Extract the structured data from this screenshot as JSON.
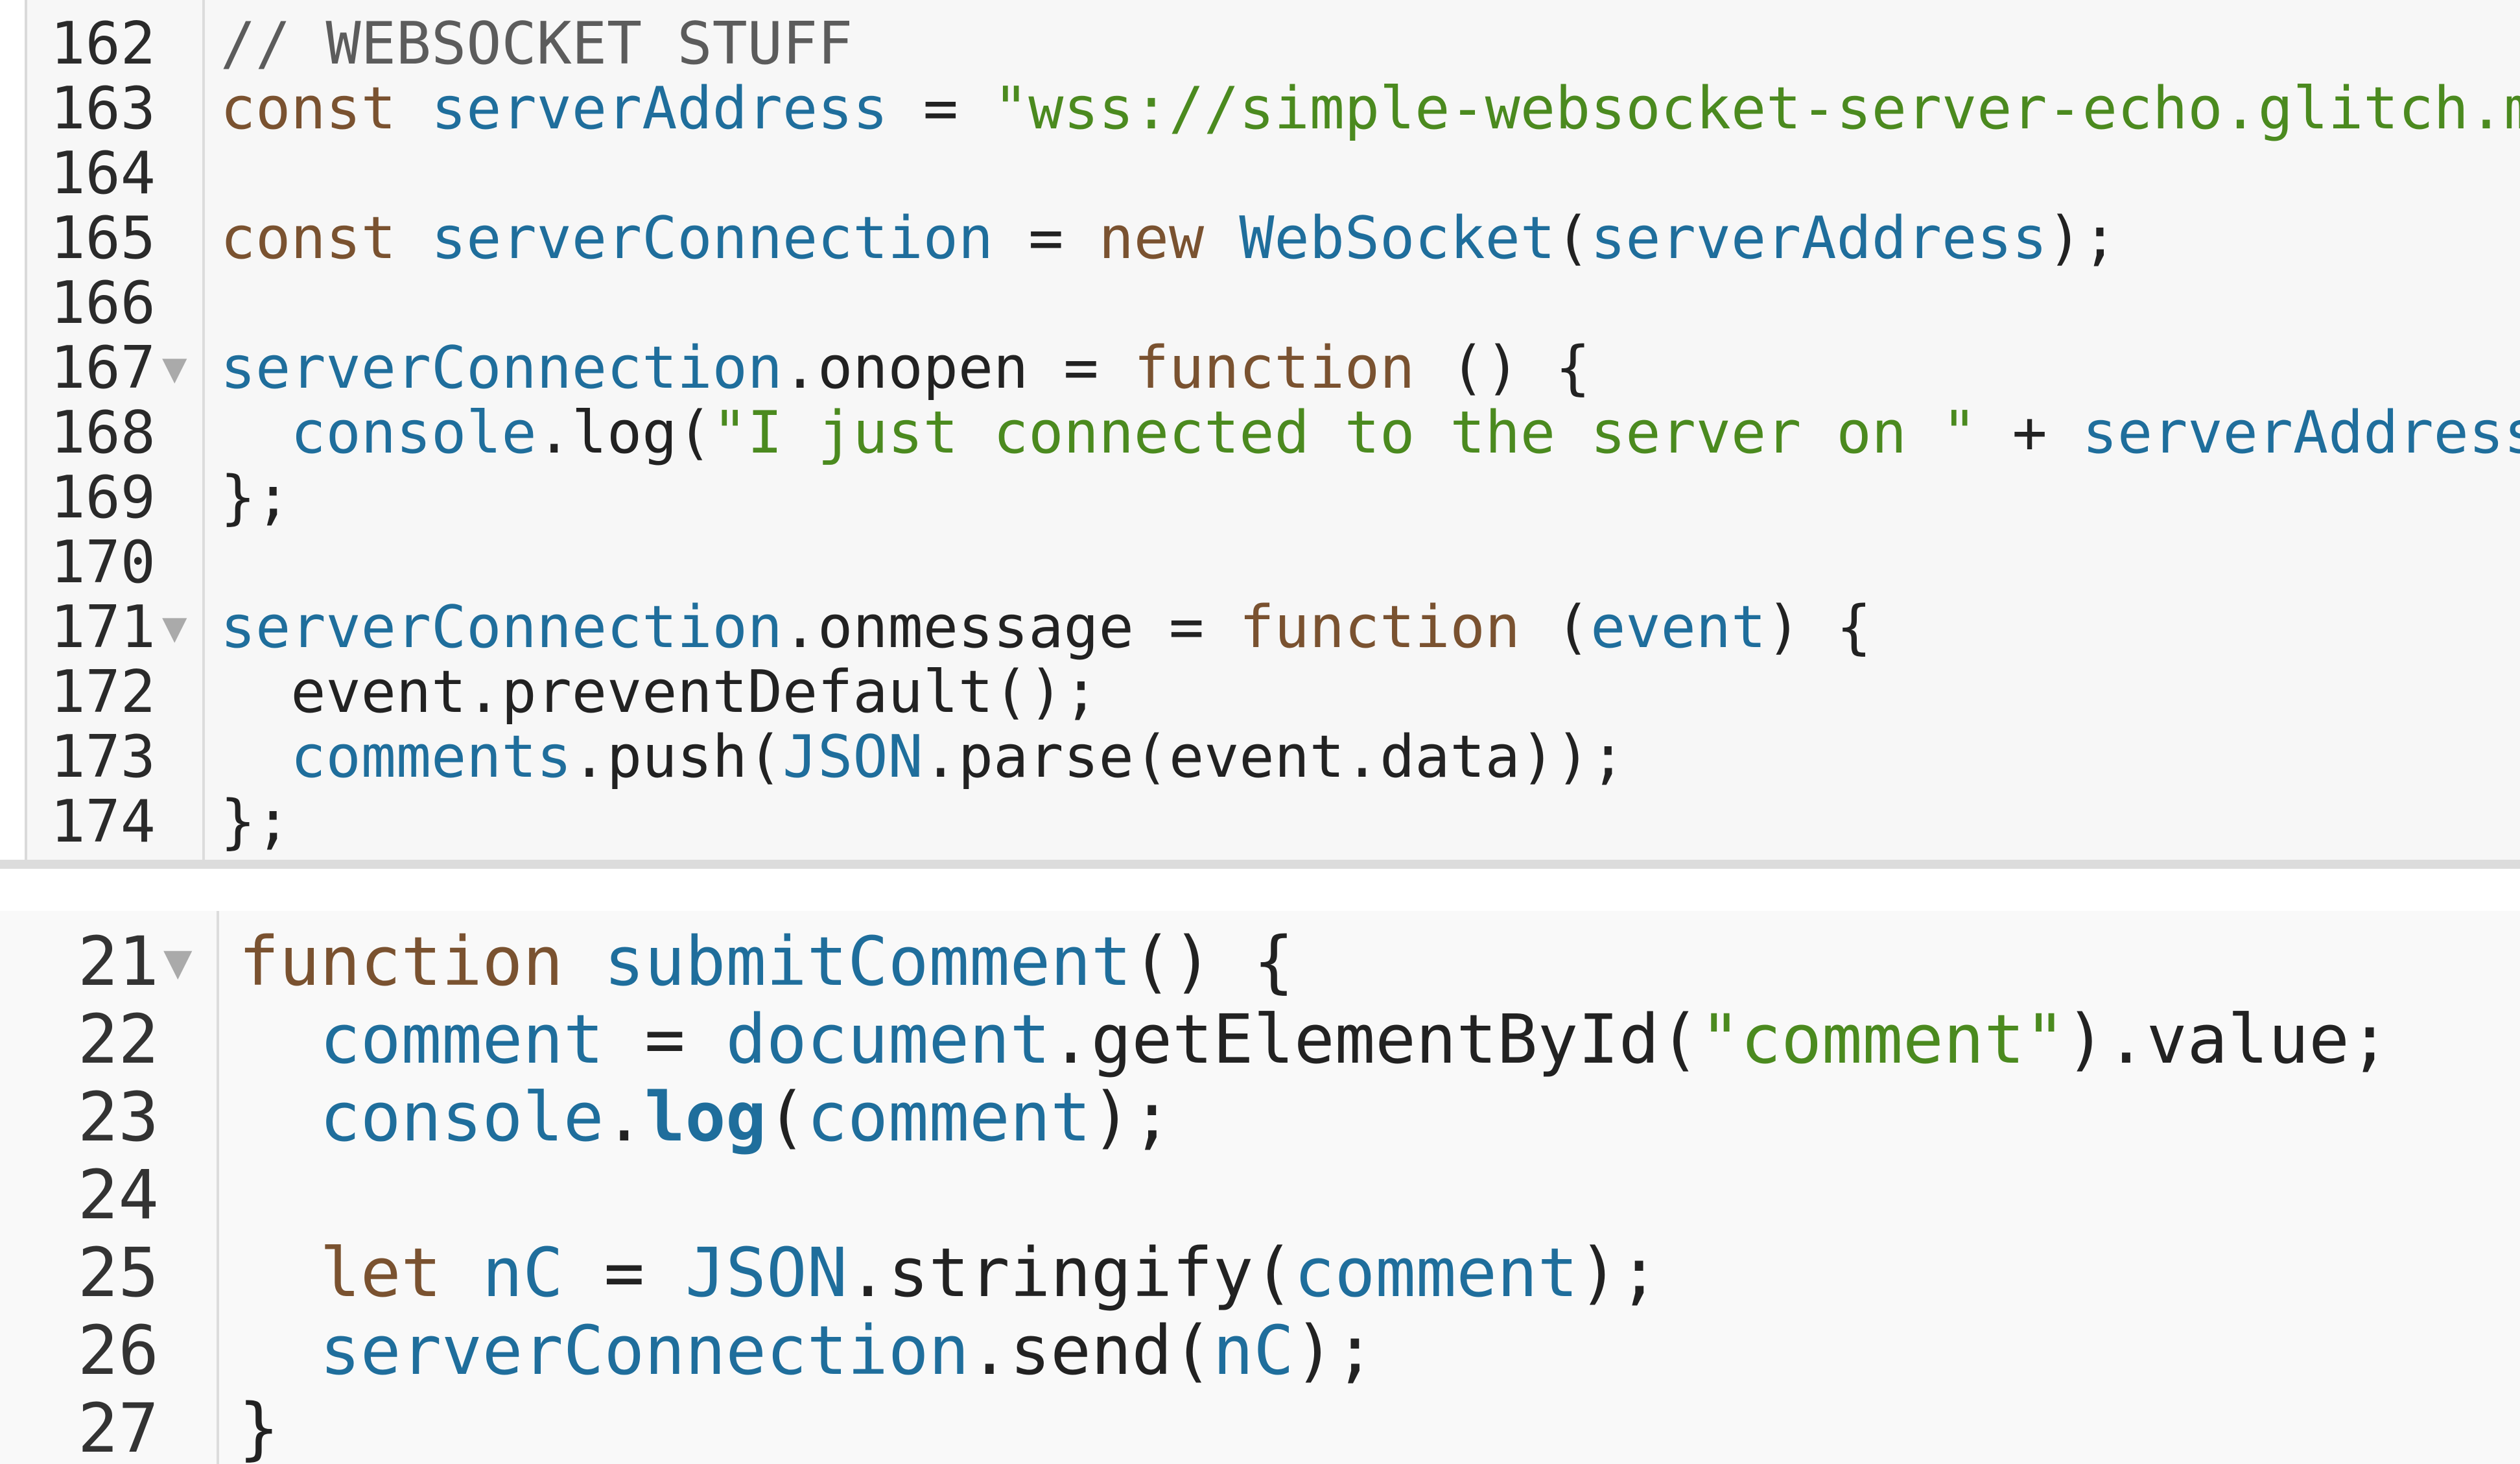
{
  "colors": {
    "keyword": "#7a5230",
    "variable": "#1f6e9c",
    "string": "#4b8a1f",
    "comment": "#5c5c5c",
    "plain": "#222222",
    "gutter_divider": "#dcdcdc",
    "editor_background": "#f7f7f7"
  },
  "icons": {
    "fold": "fold-triangle-icon",
    "fold_glyph": "▼"
  },
  "panel1": {
    "lines": [
      {
        "num": "162",
        "fold": false,
        "tokens": [
          {
            "t": "// WEBSOCKET STUFF",
            "c": "comment"
          }
        ]
      },
      {
        "num": "163",
        "fold": false,
        "tokens": [
          {
            "t": "const ",
            "c": "kw"
          },
          {
            "t": "serverAddress",
            "c": "var"
          },
          {
            "t": " = ",
            "c": "plain"
          },
          {
            "t": "\"wss://simple-websocket-server-echo.glitch.me/\"",
            "c": "str"
          },
          {
            "t": ";",
            "c": "plain"
          }
        ]
      },
      {
        "num": "164",
        "fold": false,
        "tokens": []
      },
      {
        "num": "165",
        "fold": false,
        "tokens": [
          {
            "t": "const ",
            "c": "kw"
          },
          {
            "t": "serverConnection",
            "c": "var"
          },
          {
            "t": " = ",
            "c": "plain"
          },
          {
            "t": "new ",
            "c": "kw"
          },
          {
            "t": "WebSocket",
            "c": "var"
          },
          {
            "t": "(",
            "c": "plain"
          },
          {
            "t": "serverAddress",
            "c": "var"
          },
          {
            "t": ");",
            "c": "plain"
          }
        ]
      },
      {
        "num": "166",
        "fold": false,
        "tokens": []
      },
      {
        "num": "167",
        "fold": true,
        "tokens": [
          {
            "t": "serverConnection",
            "c": "var"
          },
          {
            "t": ".onopen = ",
            "c": "plain"
          },
          {
            "t": "function",
            "c": "kw"
          },
          {
            "t": " () {",
            "c": "plain"
          }
        ]
      },
      {
        "num": "168",
        "fold": false,
        "tokens": [
          {
            "t": "  ",
            "c": "plain"
          },
          {
            "t": "console",
            "c": "var"
          },
          {
            "t": ".log(",
            "c": "plain"
          },
          {
            "t": "\"I just connected to the server on \"",
            "c": "str"
          },
          {
            "t": " + ",
            "c": "plain"
          },
          {
            "t": "serverAddress",
            "c": "var"
          },
          {
            "t": ");",
            "c": "plain"
          }
        ]
      },
      {
        "num": "169",
        "fold": false,
        "tokens": [
          {
            "t": "};",
            "c": "plain"
          }
        ]
      },
      {
        "num": "170",
        "fold": false,
        "tokens": []
      },
      {
        "num": "171",
        "fold": true,
        "tokens": [
          {
            "t": "serverConnection",
            "c": "var"
          },
          {
            "t": ".onmessage = ",
            "c": "plain"
          },
          {
            "t": "function",
            "c": "kw"
          },
          {
            "t": " (",
            "c": "plain"
          },
          {
            "t": "event",
            "c": "var"
          },
          {
            "t": ") {",
            "c": "plain"
          }
        ]
      },
      {
        "num": "172",
        "fold": false,
        "tokens": [
          {
            "t": "  event.preventDefault();",
            "c": "plain"
          }
        ]
      },
      {
        "num": "173",
        "fold": false,
        "tokens": [
          {
            "t": "  ",
            "c": "plain"
          },
          {
            "t": "comments",
            "c": "var"
          },
          {
            "t": ".push(",
            "c": "plain"
          },
          {
            "t": "JSON",
            "c": "var"
          },
          {
            "t": ".parse(event.data));",
            "c": "plain"
          }
        ]
      },
      {
        "num": "174",
        "fold": false,
        "tokens": [
          {
            "t": "};",
            "c": "plain"
          }
        ]
      }
    ]
  },
  "panel2": {
    "lines": [
      {
        "num": "21",
        "fold": true,
        "tokens": [
          {
            "t": "function ",
            "c": "kw"
          },
          {
            "t": "submitComment",
            "c": "var"
          },
          {
            "t": "() {",
            "c": "plain"
          }
        ]
      },
      {
        "num": "22",
        "fold": false,
        "tokens": [
          {
            "t": "  ",
            "c": "plain"
          },
          {
            "t": "comment",
            "c": "var"
          },
          {
            "t": " = ",
            "c": "plain"
          },
          {
            "t": "document",
            "c": "var"
          },
          {
            "t": ".getElementById(",
            "c": "plain"
          },
          {
            "t": "\"comment\"",
            "c": "str"
          },
          {
            "t": ").value;",
            "c": "plain"
          }
        ]
      },
      {
        "num": "23",
        "fold": false,
        "tokens": [
          {
            "t": "  ",
            "c": "plain"
          },
          {
            "t": "console",
            "c": "var"
          },
          {
            "t": ".",
            "c": "plain"
          },
          {
            "t": "log",
            "c": "bold"
          },
          {
            "t": "(",
            "c": "plain"
          },
          {
            "t": "comment",
            "c": "var"
          },
          {
            "t": ");",
            "c": "plain"
          }
        ]
      },
      {
        "num": "24",
        "fold": false,
        "tokens": []
      },
      {
        "num": "25",
        "fold": false,
        "tokens": [
          {
            "t": "  ",
            "c": "plain"
          },
          {
            "t": "let ",
            "c": "kw"
          },
          {
            "t": "nC",
            "c": "var"
          },
          {
            "t": " = ",
            "c": "plain"
          },
          {
            "t": "JSON",
            "c": "var"
          },
          {
            "t": ".stringify(",
            "c": "plain"
          },
          {
            "t": "comment",
            "c": "var"
          },
          {
            "t": ");",
            "c": "plain"
          }
        ]
      },
      {
        "num": "26",
        "fold": false,
        "tokens": [
          {
            "t": "  ",
            "c": "plain"
          },
          {
            "t": "serverConnection",
            "c": "var"
          },
          {
            "t": ".send(",
            "c": "plain"
          },
          {
            "t": "nC",
            "c": "var"
          },
          {
            "t": ");",
            "c": "plain"
          }
        ]
      },
      {
        "num": "27",
        "fold": false,
        "tokens": [
          {
            "t": "}",
            "c": "plain"
          }
        ]
      }
    ]
  }
}
